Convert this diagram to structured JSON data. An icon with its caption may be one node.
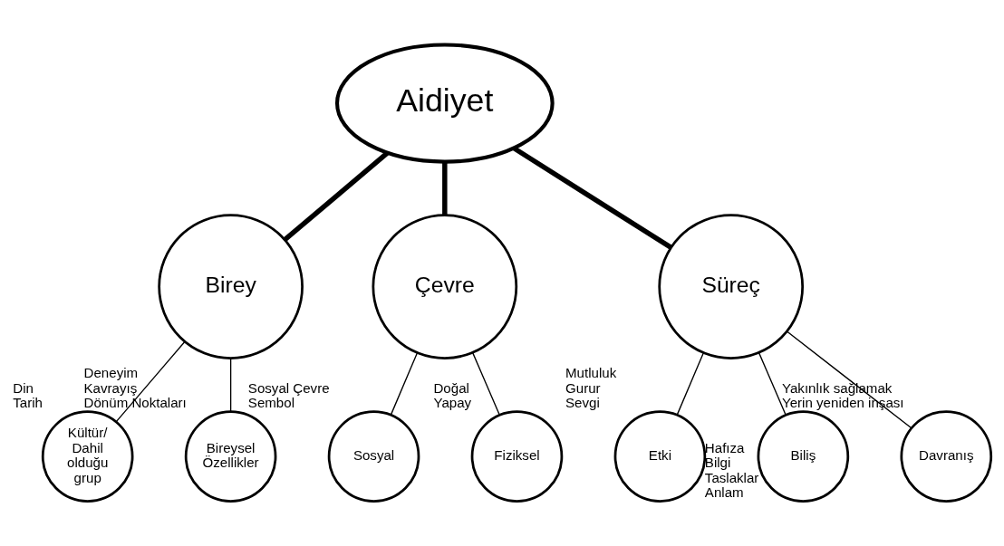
{
  "diagram": {
    "nodes": [
      {
        "text": [
          "Aidiyet"
        ]
      },
      {
        "text": [
          "Birey"
        ]
      },
      {
        "text": [
          "Çevre"
        ]
      },
      {
        "text": [
          "Süreç"
        ]
      },
      {
        "text": [
          "Kültür/ Dahil olduğu grup"
        ],
        "beside": [
          "Din",
          "Tarih"
        ]
      },
      {
        "text": [
          "Bireysel Özellikler"
        ],
        "beside": [
          "Deneyim",
          "Kavrayış",
          "Dönüm Noktaları"
        ]
      },
      {
        "text": [
          "Sosyal"
        ],
        "beside": [
          "Sosyal Çevre",
          "Sembol"
        ]
      },
      {
        "text": [
          "Fiziksel"
        ],
        "beside": [
          "Doğal",
          "Yapay"
        ]
      },
      {
        "text": [
          "Etki"
        ],
        "beside": [
          "Mutluluk",
          "Gurur",
          "Sevgi"
        ]
      },
      {
        "text": [
          "Biliş"
        ],
        "beside": [
          "Hafıza",
          "Bilgi",
          "Taslaklar",
          "Anlam"
        ]
      },
      {
        "text": [
          "Davranış"
        ],
        "beside": [
          "Yakınlık sağlamak",
          "Yerin yeniden inşası"
        ]
      }
    ],
    "edges": [
      {
        "from": 0,
        "to": 1,
        "arrow": "none",
        "style": "thick"
      },
      {
        "from": 0,
        "to": 2,
        "arrow": "none",
        "style": "thick"
      },
      {
        "from": 0,
        "to": 3,
        "arrow": "none",
        "style": "thick"
      },
      {
        "from": 1,
        "to": 4,
        "arrow": "none"
      },
      {
        "from": 1,
        "to": 5,
        "arrow": "none"
      },
      {
        "from": 2,
        "to": 6,
        "arrow": "none"
      },
      {
        "from": 2,
        "to": 7,
        "arrow": "none"
      },
      {
        "from": 3,
        "to": 8,
        "arrow": "none"
      },
      {
        "from": 3,
        "to": 9,
        "arrow": "none"
      },
      {
        "from": 3,
        "to": 10,
        "arrow": "none"
      }
    ]
  }
}
